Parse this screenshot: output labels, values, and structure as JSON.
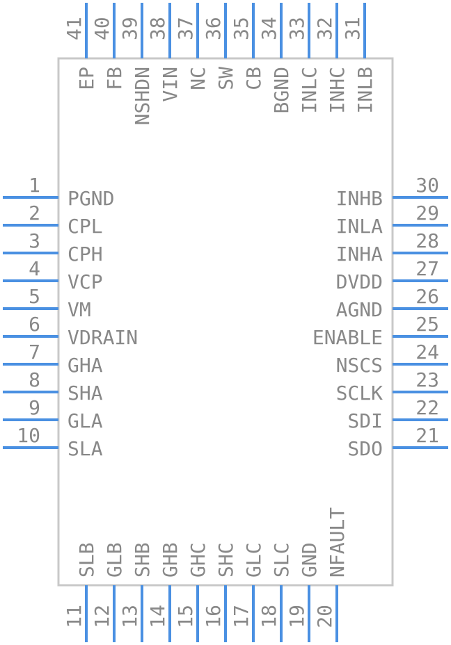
{
  "colors": {
    "pin": "#4a90e2",
    "body": "#c8c8c8",
    "text": "#888888"
  },
  "left_pins": [
    {
      "num": "1",
      "name": "PGND"
    },
    {
      "num": "2",
      "name": "CPL"
    },
    {
      "num": "3",
      "name": "CPH"
    },
    {
      "num": "4",
      "name": "VCP"
    },
    {
      "num": "5",
      "name": "VM"
    },
    {
      "num": "6",
      "name": "VDRAIN"
    },
    {
      "num": "7",
      "name": "GHA"
    },
    {
      "num": "8",
      "name": "SHA"
    },
    {
      "num": "9",
      "name": "GLA"
    },
    {
      "num": "10",
      "name": "SLA"
    }
  ],
  "right_pins": [
    {
      "num": "30",
      "name": "INHB"
    },
    {
      "num": "29",
      "name": "INLA"
    },
    {
      "num": "28",
      "name": "INHA"
    },
    {
      "num": "27",
      "name": "DVDD"
    },
    {
      "num": "26",
      "name": "AGND"
    },
    {
      "num": "25",
      "name": "ENABLE"
    },
    {
      "num": "24",
      "name": "NSCS"
    },
    {
      "num": "23",
      "name": "SCLK"
    },
    {
      "num": "22",
      "name": "SDI"
    },
    {
      "num": "21",
      "name": "SDO"
    }
  ],
  "top_pins": [
    {
      "num": "41",
      "name": "EP"
    },
    {
      "num": "40",
      "name": "FB"
    },
    {
      "num": "39",
      "name": "NSHDN"
    },
    {
      "num": "38",
      "name": "VIN"
    },
    {
      "num": "37",
      "name": "NC"
    },
    {
      "num": "36",
      "name": "SW"
    },
    {
      "num": "35",
      "name": "CB"
    },
    {
      "num": "34",
      "name": "BGND"
    },
    {
      "num": "33",
      "name": "INLC"
    },
    {
      "num": "32",
      "name": "INHC"
    },
    {
      "num": "31",
      "name": "INLB"
    }
  ],
  "bottom_pins": [
    {
      "num": "11",
      "name": "SLB"
    },
    {
      "num": "12",
      "name": "GLB"
    },
    {
      "num": "13",
      "name": "SHB"
    },
    {
      "num": "14",
      "name": "GHB"
    },
    {
      "num": "15",
      "name": "GHC"
    },
    {
      "num": "16",
      "name": "SHC"
    },
    {
      "num": "17",
      "name": "GLC"
    },
    {
      "num": "18",
      "name": "SLC"
    },
    {
      "num": "19",
      "name": "GND"
    },
    {
      "num": "20",
      "name": "NFAULT"
    }
  ]
}
